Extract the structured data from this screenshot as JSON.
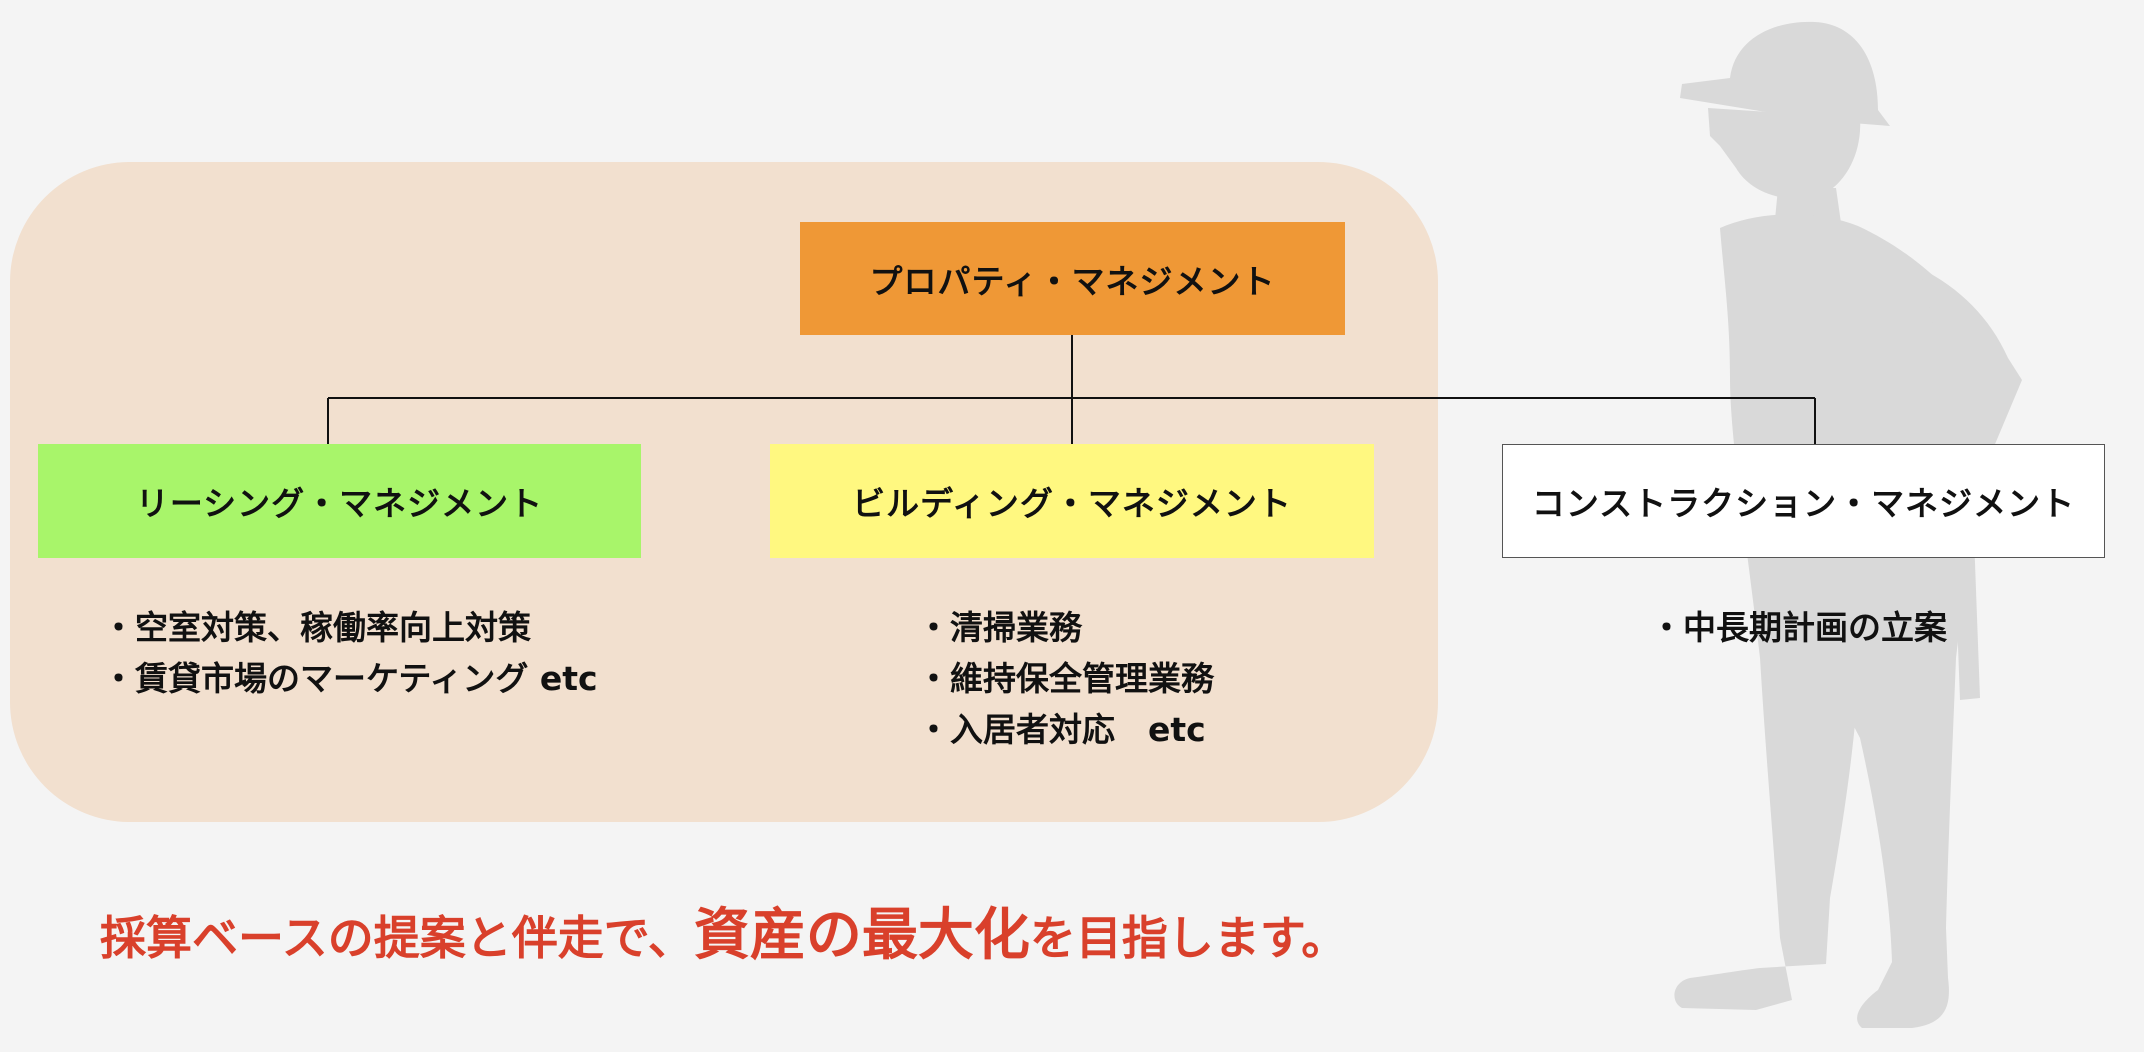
{
  "diagram": {
    "root": {
      "label": "プロパティ・マネジメント"
    },
    "branches": [
      {
        "label": "リーシング・マネジメント",
        "items": [
          "空室対策、稼働率向上対策",
          "賃貸市場のマーケティング etc"
        ]
      },
      {
        "label": "ビルディング・マネジメント",
        "items": [
          "清掃業務",
          "維持保全管理業務",
          "入居者対応　etc"
        ]
      },
      {
        "label": "コンストラクション・マネジメント",
        "items": [
          "中長期計画の立案"
        ]
      }
    ]
  },
  "tagline": {
    "part1": "採算ベースの提案と伴走で、",
    "emph1": "資産",
    "part2": "の",
    "emph2": "最大化",
    "part3": "を目指します。"
  },
  "colors": {
    "panel": "#f2e0cf",
    "root": "#ef9836",
    "leasing": "#a8f56a",
    "building": "#fff880",
    "construction": "#ffffff",
    "tagline": "#d9402b",
    "silhouette": "#d9d9d9"
  },
  "icons": {
    "background": "construction-worker-silhouette"
  }
}
